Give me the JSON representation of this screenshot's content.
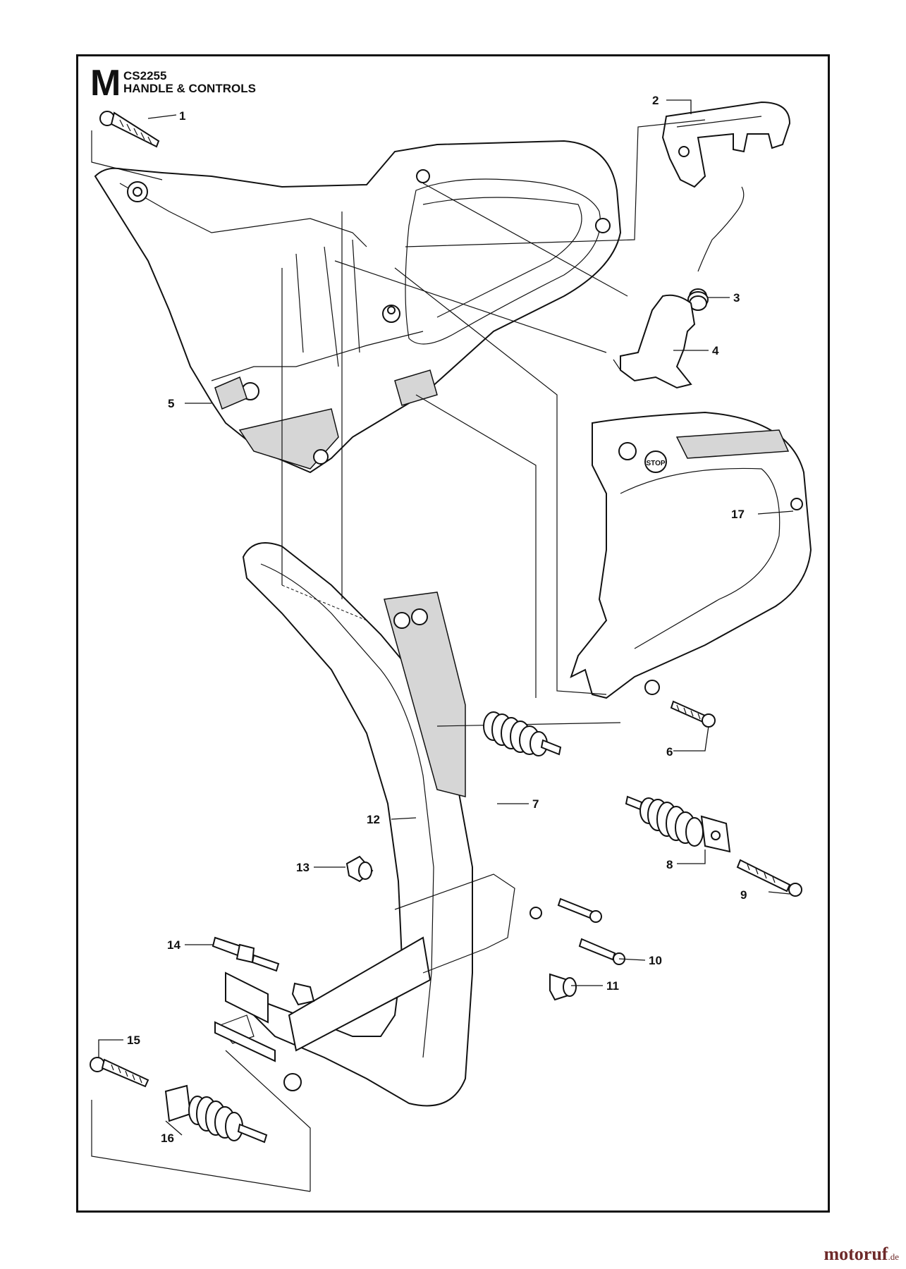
{
  "header": {
    "section_letter": "M",
    "model": "CS2255",
    "title": "HANDLE & CONTROLS"
  },
  "callouts": [
    {
      "id": "1",
      "label": "1"
    },
    {
      "id": "2",
      "label": "2"
    },
    {
      "id": "3",
      "label": "3"
    },
    {
      "id": "4",
      "label": "4"
    },
    {
      "id": "5",
      "label": "5"
    },
    {
      "id": "6",
      "label": "6"
    },
    {
      "id": "7",
      "label": "7"
    },
    {
      "id": "8",
      "label": "8"
    },
    {
      "id": "9",
      "label": "9"
    },
    {
      "id": "10",
      "label": "10"
    },
    {
      "id": "11",
      "label": "11"
    },
    {
      "id": "12",
      "label": "12"
    },
    {
      "id": "13",
      "label": "13"
    },
    {
      "id": "14",
      "label": "14"
    },
    {
      "id": "15",
      "label": "15"
    },
    {
      "id": "16",
      "label": "16"
    },
    {
      "id": "17",
      "label": "17"
    }
  ],
  "cover_logo_text": "STOP",
  "watermark": {
    "main": "motoruf",
    "tld": ".de"
  },
  "colors": {
    "line": "#111111",
    "shade": "#d6d6d6",
    "watermark": "#6e2a2a"
  }
}
